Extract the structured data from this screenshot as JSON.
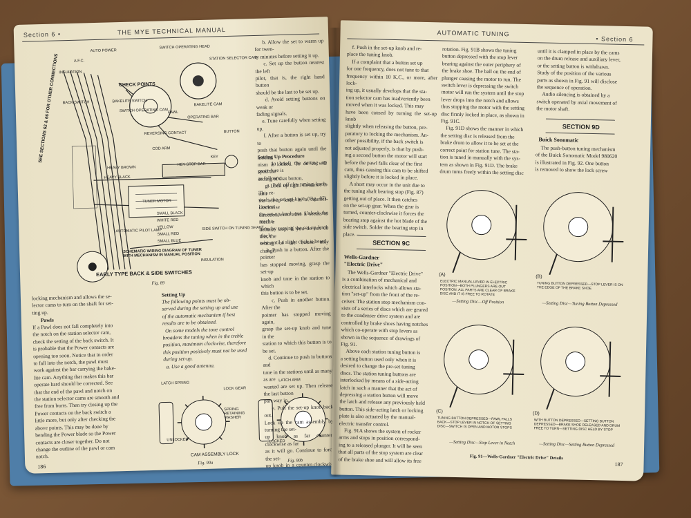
{
  "book": {
    "running_title": "THE MYE TECHNICAL MANUAL",
    "right_running_title": "AUTOMATIC TUNING",
    "left_section": "Section 6 •",
    "right_section": "• Section 6"
  },
  "left_page": {
    "page_number": "186",
    "diagram_labels": {
      "auto_power": "AUTO POWER",
      "afc": "A.F.C.",
      "insulation": "INSULATION",
      "check_points": "CHECK POINTS",
      "switch_operating_head": "SWITCH OPERATING HEAD",
      "station_selector_cam": "STATION SELECTOR CAM",
      "back_switch": "BACK SWITCH",
      "bakelite_switch": "BAKELITE SWITCH",
      "switch_operating_cam": "SWITCH OPERATING CAM",
      "pawl": "PAWL",
      "bakelite_cam": "BAKELITE CAM",
      "operating_bar": "OPERATING BAR",
      "reversing_contact": "REVERSING CONTACT",
      "button": "BUTTON",
      "cod_arm": "COD ARM",
      "key": "KEY",
      "key_stop_bar": "KEY STOP BAR",
      "heavy_brown": "HEAVY BROWN",
      "heavy_black": "HEAVY BLACK",
      "tuner_motor": "TUNER MOTOR",
      "small_black": "SMALL BLACK",
      "white_red": "WHITE RED",
      "yellow": "YELLOW",
      "small_red": "SMALL RED",
      "small_blue": "SMALL BLUE",
      "automatic_pilot_lamp": "AUTOMATIC PILOT LAMP",
      "side_switch": "SIDE SWITCH ON TUNING SHAFT",
      "see_sections": "SEE SECTIONS 62 & 66 FOR OTHER CONNECTIONS",
      "schematic": "SCHEMATIC WIRING DIAGRAM OF TUNER WITH MECHANISM IN MANUAL POSITION",
      "early_type": "EARLY TYPE BACK & SIDE SWITCHES",
      "insulation2": "INSULATION"
    },
    "fig_89": "Fig. 89",
    "col1": "locking mechanism and allows the se-\nlector cams to turn on the shaft for set-\nting up.",
    "pawls_heading": "Pawls",
    "pawls_text": "If a Pawl does not fall completely into\nthe notch on the station selector cam,\ncheck the setting of the back switch. It\nis probable that the Power contacts are\nopening too soon. Notice that in order\nto fall into the notch, the pawl must\nwork against the bar carrying the bake-\nlite cam. Anything that makes this bar\noperate hard should be corrected. See\nthat the end of the pawl and notch on\nthe station selector cams are smooth and\nfree from burrs. Then try closing up the\nPower contacts on the back switch a\nlittle more, but only after checking the\nabove points. This may be done by\nbending the Power blade so the Power\ncontacts are closer together. Do not\nchange the outline of the pawl or cam\nnotch.",
    "setting_up_heading": "Setting Up",
    "setting_up_text": "The following points must be ob-\nserved during the setting up and use\nof the automatic mechanism if best\nresults are to be obtained.\n  On some models the tone control\nbroadens the tuning when in the treble\nposition, maximum clockwise, therefore\nthis position positively must not be used\nduring set-up.\n  a. Use a good antenna.",
    "col3": "    b. Allow the set to warm up for twen-\nty minutes before setting it up.\n    c. Set up the button nearest the left\npilot, that is, the right hand button\nshould be the last to be set up.\n    d. Avoid setting buttons on weak or\nfading signals.\n    e. Tune carefully when setting up.\n    f. After a button is set up, try to\npush that button again until the mecha-\nnism is locked. To do so will spoil the\nsetting of that button.\n    g. Lock up tight. Continue to turn\nthe set-up knob in a counter-clockwise\ndirection even after it seems to reach a\ndefinite stop. If you do not do this, the\nsetting of the button may change.",
    "procedure_heading": "Setting Up Procedure",
    "procedure_text": "    In brief, the setting up procedure is\nas follows:\n    a. Pull off the tuning knob. This re-\nveals the set-up knob (Fig. 87). Loosen\nthe set-up knob out. Unlock the mecha-\nnism by turning the set-up knob clock-\nwise until a slight click is heard.\n    b. Push in a button. After the pointer\nhas stopped moving, grasp the set-up\nknob and tune in the station to which\nthis button is to be set.\n    c. Push in another button. After the\npointer has stopped moving again,\ngrasp the set-up knob and tune in the\nstation to which this button is to be set.\n    d. Continue to push in buttons and\ntune in the stations until as many as are\nwanted are set up. Then release the last button\npart way in.\n    e. Pull the set-up knob back out.\nLock up the cam assembly by turning the set-\nup knob as far counter-clockwise as far\nas it will go. Continue to force the set-\nup knob in a counter-clockwise direc-\ntion even after it seems to reach a defi-\nnite stop. If you do not lose from the\nsettings of the buttons may change.",
    "cam_labels": {
      "latch_spring": "LATCH SPRING",
      "lock_gear": "LOCK GEAR",
      "spring_retaining_washer": "SPRING RETAINING WASHER",
      "unlocked": "UNLOCKED",
      "latch_arm": "LATCH ARM",
      "locked": "LOCKED",
      "cam_assembly_lock": "CAM ASSEMBLY LOCK"
    },
    "fig_90a": "Fig. 90a",
    "fig_90b": "Fig. 90b"
  },
  "right_page": {
    "page_number": "187",
    "col1_top": "    f. Push in the set-up knob and re-\nplace the tuning knob.\n    If a complaint that a button set up\nfor one frequency, does not tune to that\nfrequency within 10 K.C., or more, after lock-\ning up, it usually develops that the sta-\ntion selector cam has inadvertently been\nmoved when it was locked. This may\nhave been caused by turning the set-up knob\nslightly when releasing the button, pre-\nparatory to locking the mechanism. An-\nother possibility, if the back switch is\nnot adjusted properly, is that by push-\ning a second button the motor will start\nbefore the pawl falls clear of the first\ncam, thus causing this cam to be shifted\nslightly before it is locked in place.\n    A short may occur in the unit due to\nthe tuning shaft bearing stop (Fig. 87)\ngetting out of place. It then catches\non the set-up gear. When the gear is\nturned, counter-clockwise it forces the\nbearing stop against the hot blade of the\nside switch. Solder the bearing stop in\nplace.",
    "section_9c": "SECTION 9C",
    "wells_heading": "Wells-Gardner",
    "wells_sub": "\"Electric Drive\"",
    "wells_text": "    The Wells-Gardner \"Electric Drive\"\nis a combination of mechanical and\nelectrical interlocks which allows sta-\ntion \"set-up\" from the front of the re-\nceiver. The station stop mechanism con-\nsists of a series of discs which are geared\nto the condenser drive system and are\ncontrolled by brake shoes having notches\nwhich co-operate with stop levers as\nshown in the sequence of drawings of\nFig. 91.\n    Above each station tuning button is\na setting button used only when it is\ndesired to change the pre-set tuning\ndiscs. The station tuning buttons are\ninterlocked by means of a side-acting\nlatch in such a manner that the act of\ndepressing a station button will move\nthe latch and release any previously held\nbutton. This side-acting latch or locking\nplate is also actuated by the manual-\nelectric transfer control.\n    Fig. 91A shows the system of rocker\narms and stops in position correspond-\ning to a released plunger. It will be seen\nthat all parts of the stop system are clear\nof the brake shoe and will allow its free",
    "col2_text": "rotation. Fig. 91B shows the tuning\nbutton depressed with the stop lever\nbearing against the outer periphery of\nthe brake shoe. The ball on the end of\nplunger causing the motor to run. The\nswitch lever is depressing the switch\nmotor will run the system until the stop\nlever drops into the notch and allows\nthus stopping the motor with the setting\ndisc firmly locked in place, as shown in\nFig. 91C.\n    Fig. 91D shows the manner in which\nthe setting disc is released from the\nbrake drum to allow it to be set at the\ncorrect point for station tune. The sta-\ntion is tuned in manually with the sys-\ntem as shown in Fig. 91D. The brake\ndrum turns freely within the setting disc",
    "col3_text": "until it is clamped in place by the cams\non the drum release and auxiliary lever,\nor the setting button is withdrawn.\nStudy of the position of the various\nparts as shown in Fig. 91 will disclose\nthe sequence of operation.\n    Audio silencing is obtained by a\nswitch operated by axial movement of\nthe motor shaft.",
    "section_9d": "SECTION 9D",
    "buick_heading": "Buick Sonomatic",
    "buick_text": "    The push-button tuning mechanism\nof the Buick Sonomatic Model 980620\nis illustrated in Fig. 92. One button\nis removed to show the lock screw",
    "fig_91_caption": "Fig. 91—Wells-Gardner \"Electric Drive\" Details",
    "fig_labels": {
      "a_cap": "—Setting Disc—Off Position",
      "b_cap": "—Setting Disc—Tuning Button Depressed",
      "c_cap": "—Setting Disc—Stop Lever in Notch",
      "d_cap": "—Setting Disc—Setting Button Depressed",
      "a_text": "ELECTRIC MANUAL LEVER IN ELECTRIC POSITION—BOTH PLUNGERS ARE OUT POSITION. ALL PARTS ARE CLEAR OF BRAKE DISC AND IT IS FREE TO ROTATE",
      "b_text": "TUNING BUTTON DEPRESSED—STOP LEVER IS ON THE EDGE OF THE BRAKE SHOE",
      "c_text": "TUNING BUTTON DEPRESSED—PAWL FALLS BACK—STOP LEVER IN NOTCH OF SETTING DISC—SWITCH IS OPEN AND MOTOR STOPS",
      "d_text": "WITH BUTTON DEPRESSED—SETTING BUTTON DEPRESSED—BRAKE SHOE RELEASED AND DRUM FREE TO TURN—SETTING DISC HELD BY STOP",
      "a": "(A)",
      "b": "(B)",
      "c": "(C)",
      "d": "(D)"
    }
  }
}
